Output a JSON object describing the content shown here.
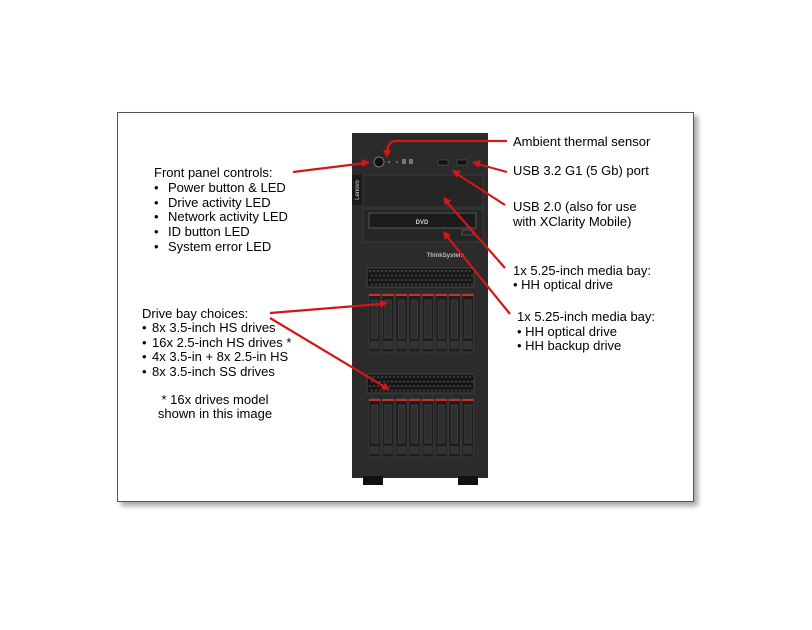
{
  "callouts": {
    "ambient": "Ambient thermal sensor",
    "usb32": "USB 3.2 G1 (5 Gb) port",
    "usb20_line1": "USB 2.0 (also for use",
    "usb20_line2": "with XClarity Mobile)",
    "bay1_title": "1x 5.25-inch media bay:",
    "bay1_items": [
      "• HH optical drive"
    ],
    "bay2_title": "1x 5.25-inch media bay:",
    "bay2_items": [
      "• HH optical drive",
      "• HH backup drive"
    ]
  },
  "front_panel": {
    "title": "Front panel controls:",
    "items": [
      "Power button & LED",
      "Drive activity LED",
      "Network activity LED",
      "ID button LED",
      "System error LED"
    ]
  },
  "drive_bays": {
    "title": "Drive bay choices:",
    "items": [
      "8x 3.5-inch HS drives",
      "16x 2.5-inch HS drives *",
      "4x 3.5-in + 8x 2.5-in HS",
      "8x 3.5-inch SS drives"
    ],
    "note_line1": "* 16x drives model",
    "note_line2": "shown in this image"
  },
  "server": {
    "brand": "Lenovo",
    "logo": "ThinkSystem",
    "dvd": "DVD"
  },
  "colors": {
    "arrow": "#d01818",
    "chassis": "#2a2a2a",
    "accent": "#c8302a"
  }
}
